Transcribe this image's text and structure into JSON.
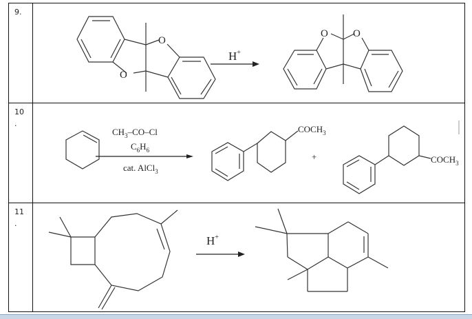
{
  "document": {
    "type": "reaction-table",
    "rows": [
      {
        "number": "9.",
        "reactant": "fused dibenzofuran ketal with two methyls (5a,10b-dimethyl-benzofuro[3,2-b]benzofuran)",
        "reagent_above": "H",
        "reagent_above_sup": "+",
        "product": "rearranged spiro-ketal dibenzo bisfuran with two methyls"
      },
      {
        "number": "10",
        "number_dot": ".",
        "reactant": "cyclohexene",
        "reagent_line1": "CH3–CO–Cl",
        "reagent_line1_main": "CH",
        "reagent_line1_sub": "3",
        "reagent_line1_rest": "–CO–Cl",
        "reagent_line2_main": "C",
        "reagent_line2_sub1": "6",
        "reagent_line2_mid": "H",
        "reagent_line2_sub2": "6",
        "reagent_below_main": "cat. AlCl",
        "reagent_below_sub": "3",
        "product1_label_main": "COCH",
        "product1_label_sub": "3",
        "plus": "+",
        "product2_label_main": "COCH",
        "product2_label_sub": "3"
      },
      {
        "number": "11",
        "number_dot": ".",
        "reactant": "caryophyllene (bicyclic cyclobutane/cyclononene with exocyclic methylene)",
        "reagent_above": "H",
        "reagent_above_sup": "+",
        "product": "tricyclic rearranged sesquiterpene with gem-dimethyl and ring methyls"
      }
    ]
  }
}
